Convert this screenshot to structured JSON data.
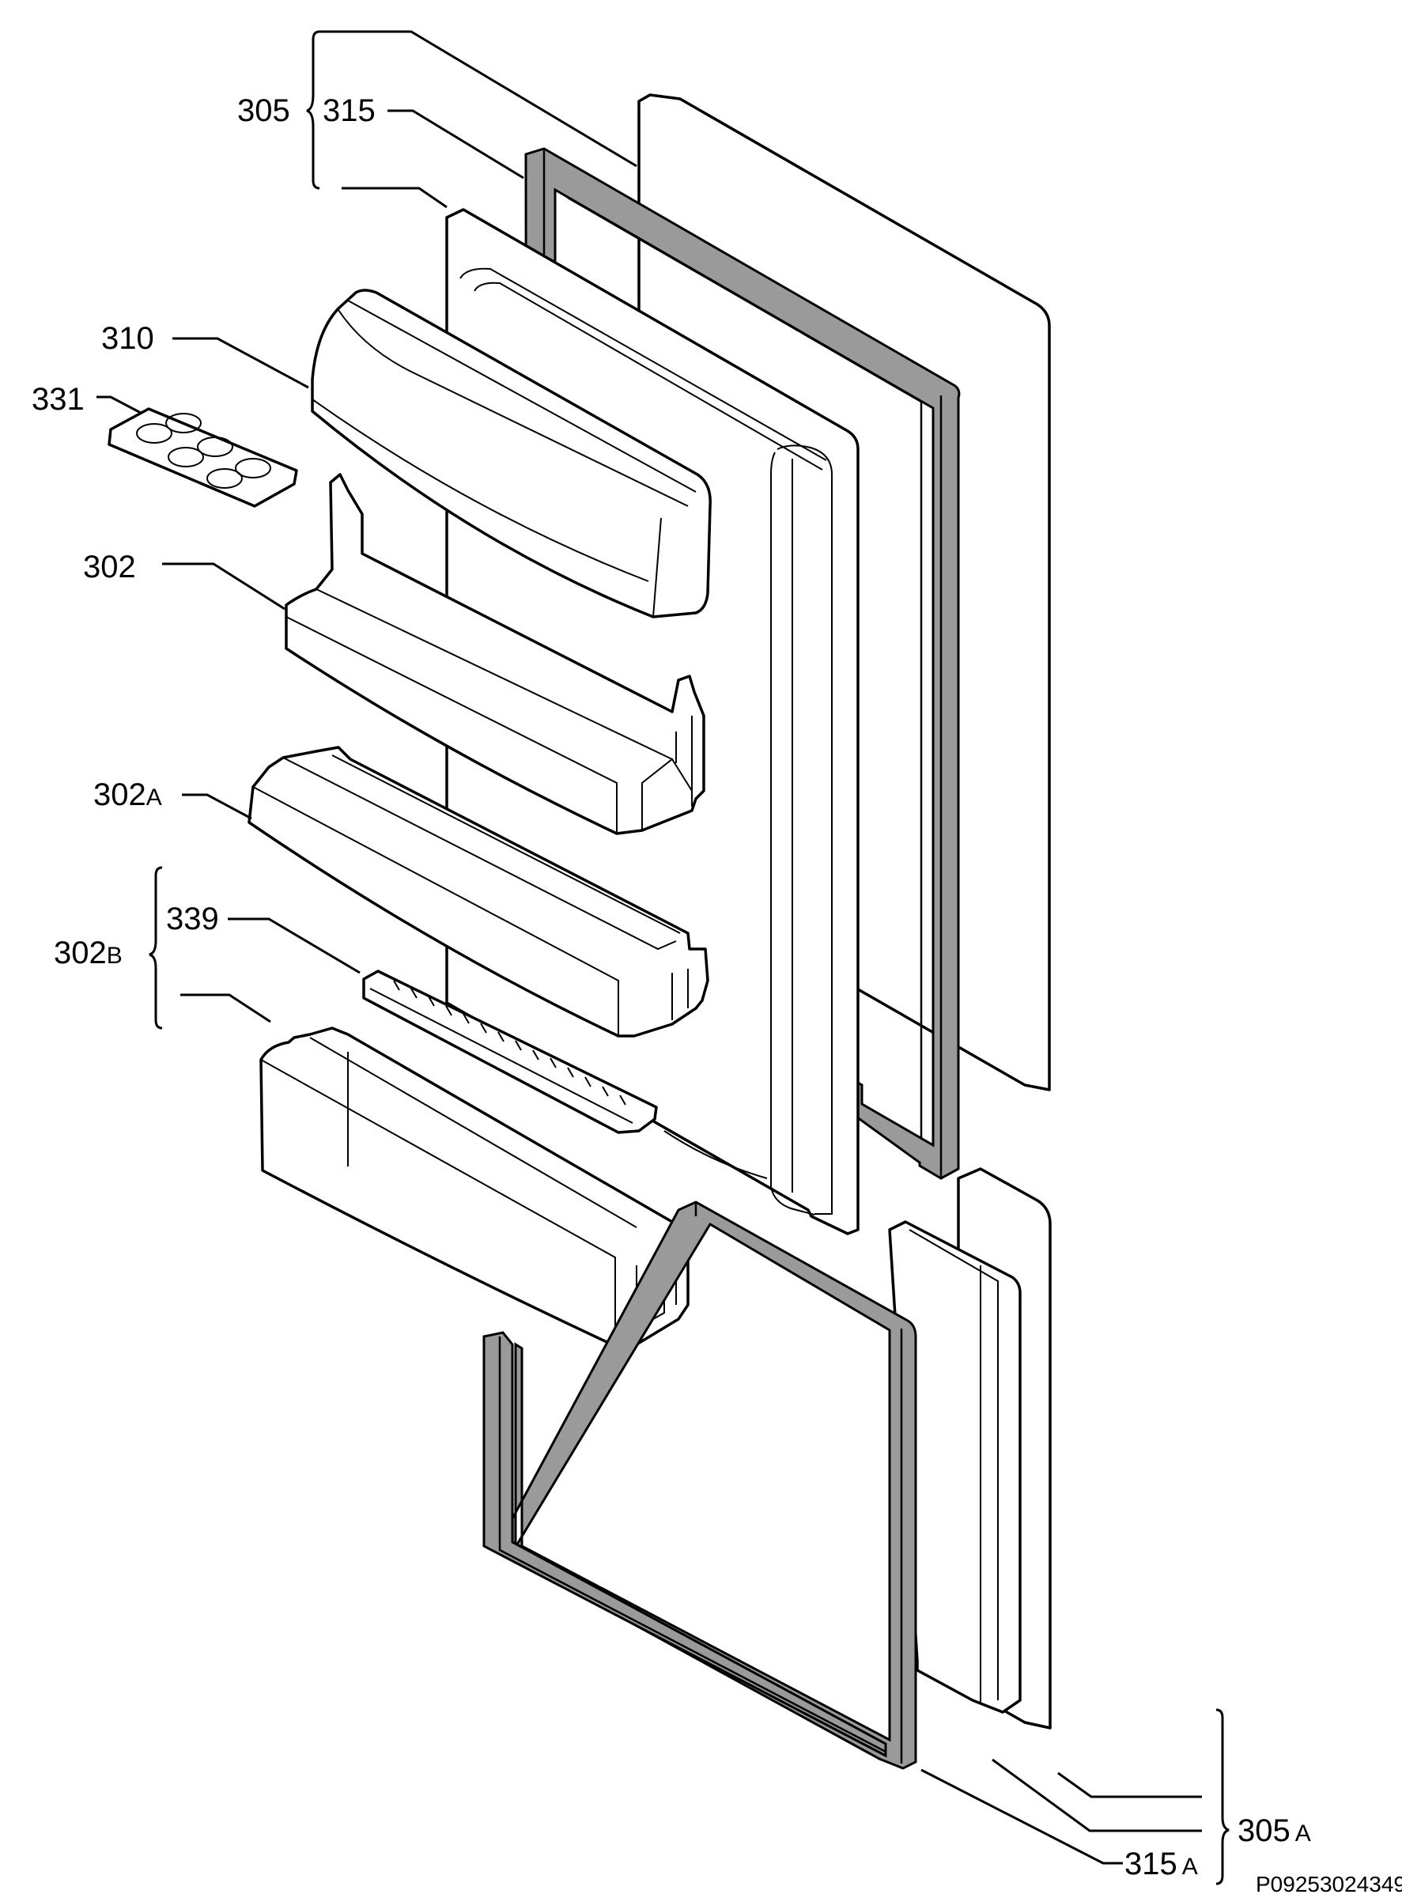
{
  "labels": {
    "l305": "305",
    "l315": "315",
    "l310": "310",
    "l331": "331",
    "l302": "302",
    "l302a_num": "302",
    "l302a_suf": "A",
    "l302b_num": "302",
    "l302b_suf": "B",
    "l339": "339",
    "l305a_num": "305",
    "l305a_suf": "A",
    "l315a_num": "315",
    "l315a_suf": "A"
  },
  "drawing_code": "P09253024349"
}
